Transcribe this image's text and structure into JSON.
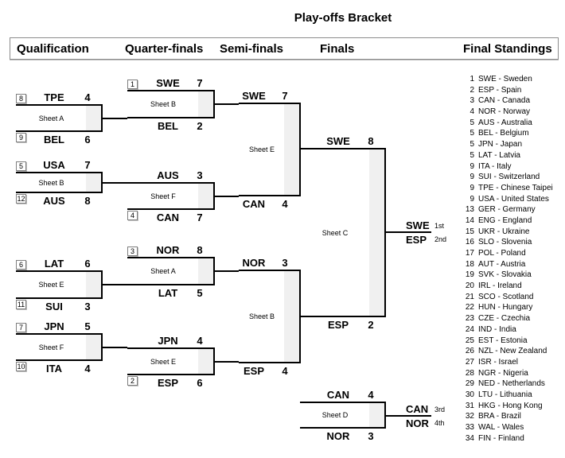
{
  "title": "Play-offs Bracket",
  "headers": {
    "qualification": "Qualification",
    "quarter_finals": "Quarter-finals",
    "semi_finals": "Semi-finals",
    "finals": "Finals",
    "final_standings": "Final Standings"
  },
  "colors": {
    "line": "#000000",
    "stripe": "#f0f0f0",
    "header_border": "#8c8c8c"
  },
  "qualification": [
    {
      "sheet": "Sheet A",
      "top": {
        "seed": "8",
        "team": "TPE",
        "score": "4"
      },
      "bottom": {
        "seed": "9",
        "team": "BEL",
        "score": "6"
      }
    },
    {
      "sheet": "Sheet B",
      "top": {
        "seed": "5",
        "team": "USA",
        "score": "7"
      },
      "bottom": {
        "seed": "12",
        "team": "AUS",
        "score": "8"
      }
    },
    {
      "sheet": "Sheet E",
      "top": {
        "seed": "6",
        "team": "LAT",
        "score": "6"
      },
      "bottom": {
        "seed": "11",
        "team": "SUI",
        "score": "3"
      }
    },
    {
      "sheet": "Sheet F",
      "top": {
        "seed": "7",
        "team": "JPN",
        "score": "5"
      },
      "bottom": {
        "seed": "10",
        "team": "ITA",
        "score": "4"
      }
    }
  ],
  "quarter_finals": [
    {
      "sheet": "Sheet B",
      "top": {
        "seed": "1",
        "team": "SWE",
        "score": "7"
      },
      "bottom": {
        "team": "BEL",
        "score": "2"
      }
    },
    {
      "sheet": "Sheet F",
      "top": {
        "team": "AUS",
        "score": "3"
      },
      "bottom": {
        "seed": "4",
        "team": "CAN",
        "score": "7"
      }
    },
    {
      "sheet": "Sheet A",
      "top": {
        "seed": "3",
        "team": "NOR",
        "score": "8"
      },
      "bottom": {
        "team": "LAT",
        "score": "5"
      }
    },
    {
      "sheet": "Sheet E",
      "top": {
        "team": "JPN",
        "score": "4"
      },
      "bottom": {
        "seed": "2",
        "team": "ESP",
        "score": "6"
      }
    }
  ],
  "semi_finals": [
    {
      "sheet": "Sheet E",
      "top": {
        "team": "SWE",
        "score": "7"
      },
      "bottom": {
        "team": "CAN",
        "score": "4"
      }
    },
    {
      "sheet": "Sheet B",
      "top": {
        "team": "NOR",
        "score": "3"
      },
      "bottom": {
        "team": "ESP",
        "score": "4"
      }
    }
  ],
  "final": {
    "sheet": "Sheet C",
    "top": {
      "team": "SWE",
      "score": "8"
    },
    "bottom": {
      "team": "ESP",
      "score": "2"
    }
  },
  "bronze": {
    "sheet": "Sheet D",
    "top": {
      "team": "CAN",
      "score": "4"
    },
    "bottom": {
      "team": "NOR",
      "score": "3"
    }
  },
  "medals": {
    "first": {
      "team": "SWE",
      "rank": "1st"
    },
    "second": {
      "team": "ESP",
      "rank": "2nd"
    },
    "third": {
      "team": "CAN",
      "rank": "3rd"
    },
    "fourth": {
      "team": "NOR",
      "rank": "4th"
    }
  },
  "standings": [
    {
      "rank": "1",
      "text": "SWE - Sweden"
    },
    {
      "rank": "2",
      "text": "ESP - Spain"
    },
    {
      "rank": "3",
      "text": "CAN - Canada"
    },
    {
      "rank": "4",
      "text": "NOR - Norway"
    },
    {
      "rank": "5",
      "text": "AUS - Australia"
    },
    {
      "rank": "5",
      "text": "BEL - Belgium"
    },
    {
      "rank": "5",
      "text": "JPN - Japan"
    },
    {
      "rank": "5",
      "text": "LAT - Latvia"
    },
    {
      "rank": "9",
      "text": "ITA - Italy"
    },
    {
      "rank": "9",
      "text": "SUI - Switzerland"
    },
    {
      "rank": "9",
      "text": "TPE - Chinese Taipei"
    },
    {
      "rank": "9",
      "text": "USA - United States"
    },
    {
      "rank": "13",
      "text": "GER - Germany"
    },
    {
      "rank": "14",
      "text": "ENG - England"
    },
    {
      "rank": "15",
      "text": "UKR - Ukraine"
    },
    {
      "rank": "16",
      "text": "SLO - Slovenia"
    },
    {
      "rank": "17",
      "text": "POL - Poland"
    },
    {
      "rank": "18",
      "text": "AUT - Austria"
    },
    {
      "rank": "19",
      "text": "SVK - Slovakia"
    },
    {
      "rank": "20",
      "text": "IRL - Ireland"
    },
    {
      "rank": "21",
      "text": "SCO - Scotland"
    },
    {
      "rank": "22",
      "text": "HUN - Hungary"
    },
    {
      "rank": "23",
      "text": "CZE - Czechia"
    },
    {
      "rank": "24",
      "text": "IND - India"
    },
    {
      "rank": "25",
      "text": "EST - Estonia"
    },
    {
      "rank": "26",
      "text": "NZL - New Zealand"
    },
    {
      "rank": "27",
      "text": "ISR - Israel"
    },
    {
      "rank": "28",
      "text": "NGR - Nigeria"
    },
    {
      "rank": "29",
      "text": "NED - Netherlands"
    },
    {
      "rank": "30",
      "text": "LTU - Lithuania"
    },
    {
      "rank": "31",
      "text": "HKG - Hong Kong"
    },
    {
      "rank": "32",
      "text": "BRA - Brazil"
    },
    {
      "rank": "33",
      "text": "WAL - Wales"
    },
    {
      "rank": "34",
      "text": "FIN - Finland"
    }
  ]
}
